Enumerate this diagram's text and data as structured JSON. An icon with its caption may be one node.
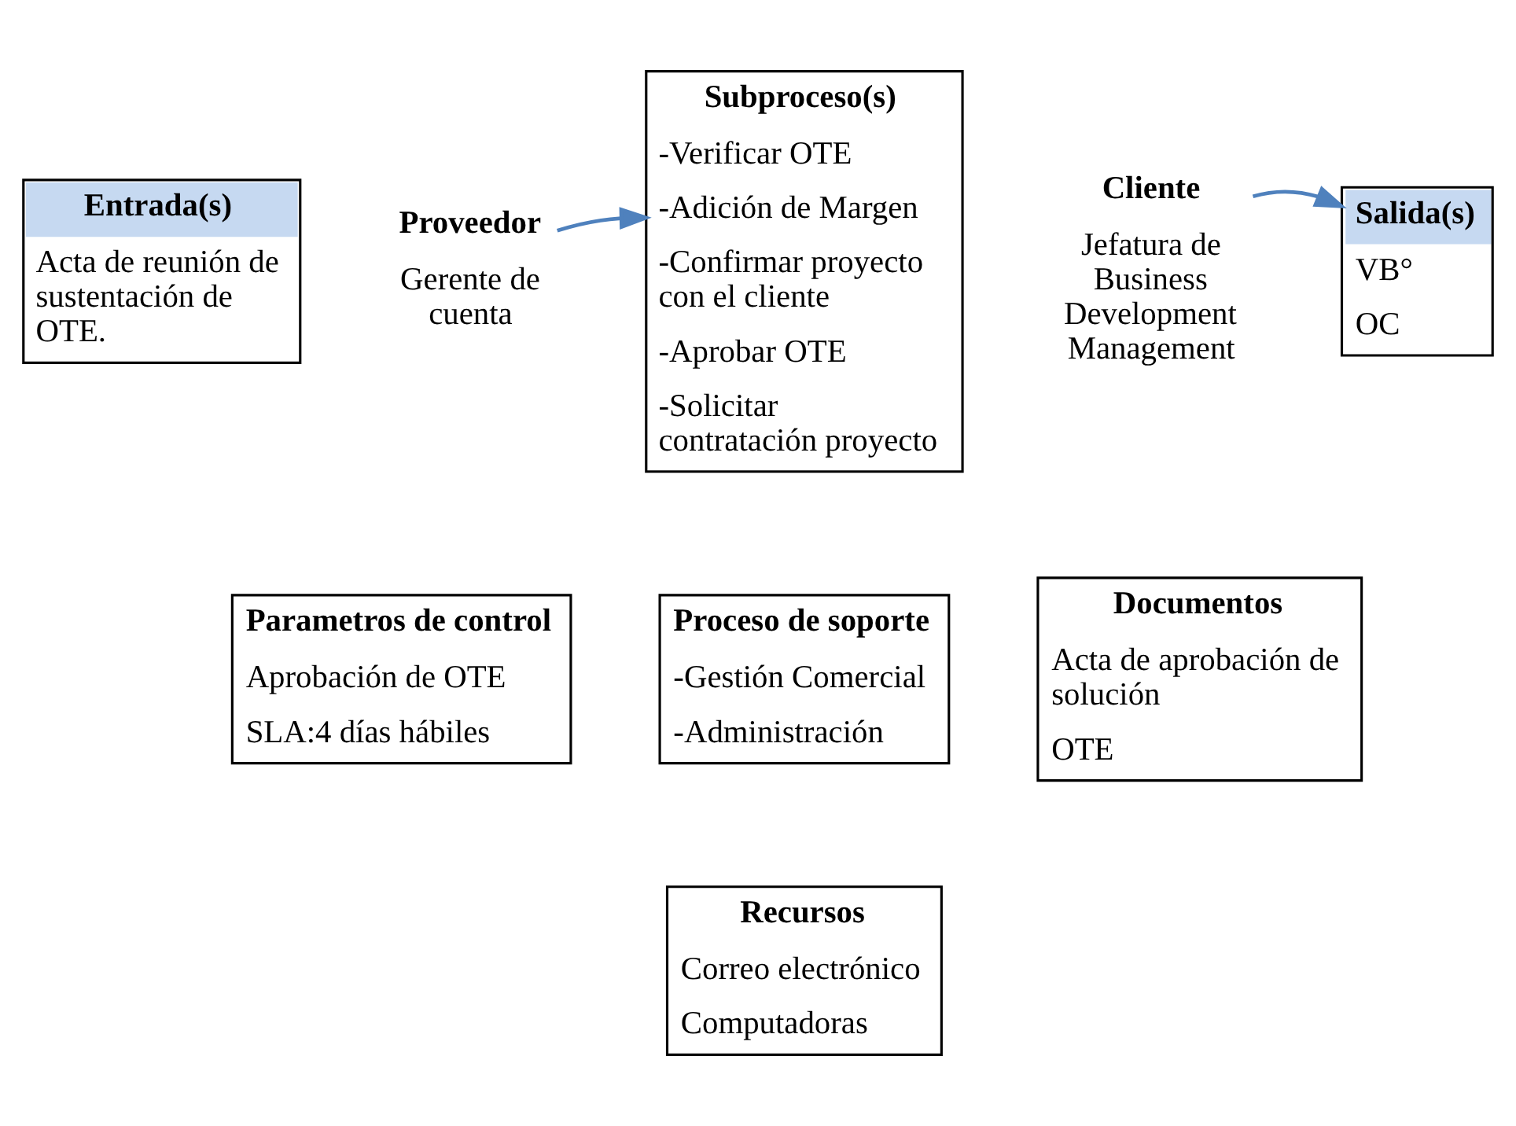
{
  "diagram": {
    "nodes": [
      {
        "text": [
          "Entrada(s)",
          "Acta de reunión de sustentación de OTE."
        ]
      },
      {
        "text": [
          "Proveedor",
          "Gerente de cuenta"
        ]
      },
      {
        "text": [
          "Subproceso(s)",
          "-Verificar OTE",
          "-Adición de Margen",
          "-Confirmar proyecto con el cliente",
          "-Aprobar OTE",
          "-Solicitar contratación proyecto"
        ]
      },
      {
        "text": [
          "Cliente",
          "Jefatura de Business Development Management"
        ]
      },
      {
        "text": [
          "Salida(s)",
          "VB°",
          "OC"
        ]
      },
      {
        "text": [
          "Parametros de control",
          "Aprobación de OTE",
          "SLA:4 días hábiles"
        ]
      },
      {
        "text": [
          "Proceso de soporte",
          "-Gestión Comercial",
          "-Administración"
        ]
      },
      {
        "text": [
          "Documentos",
          "Acta de aprobación de solución",
          "OTE"
        ]
      },
      {
        "text": [
          "Recursos",
          "Correo electrónico",
          "Computadoras"
        ]
      }
    ],
    "edges": [
      {
        "from": 1,
        "to": 2,
        "arrow": "to"
      },
      {
        "from": 3,
        "to": 4,
        "arrow": "to"
      }
    ]
  }
}
